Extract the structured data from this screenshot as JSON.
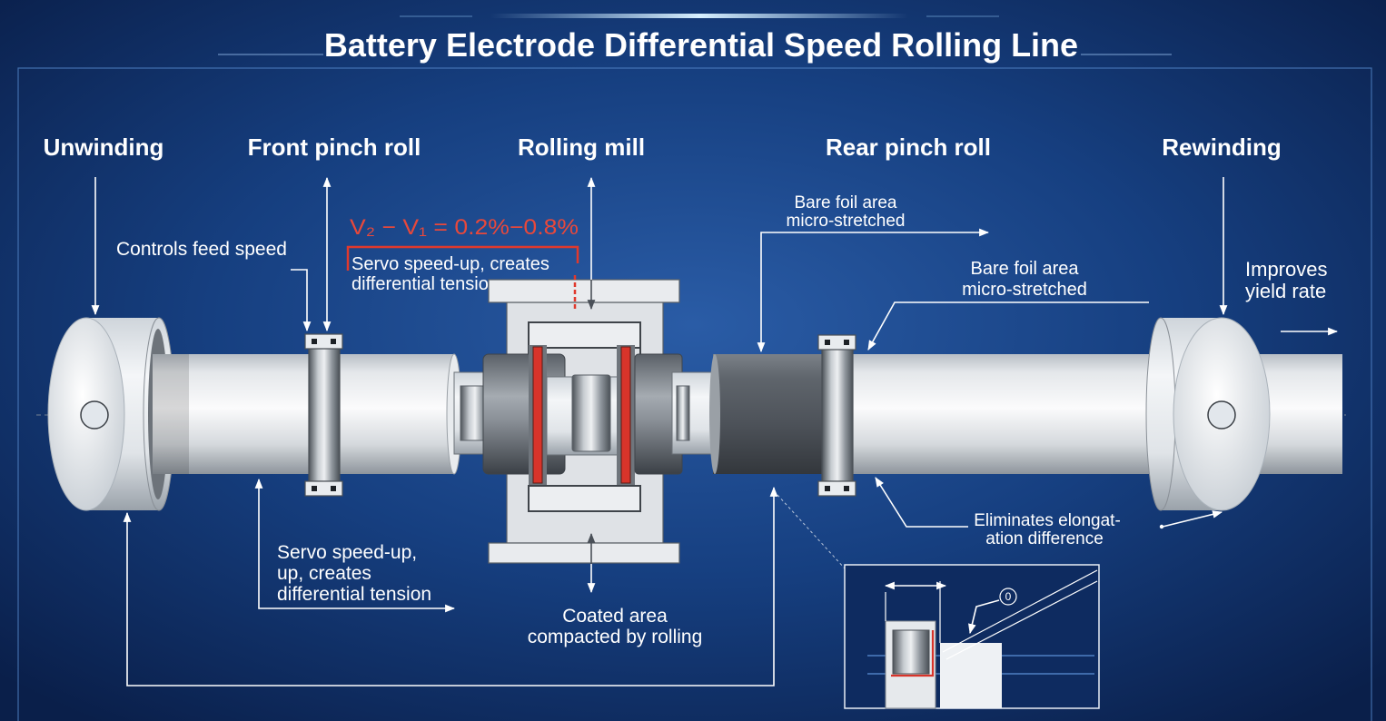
{
  "title": "Battery Electrode Differential Speed Rolling Line",
  "stages": [
    {
      "label": "Unwinding"
    },
    {
      "label": "Front pinch roll"
    },
    {
      "label": "Rolling mill"
    },
    {
      "label": "Rear pinch roll"
    },
    {
      "label": "Rewinding"
    }
  ],
  "annotations": {
    "feed_speed": "Controls feed speed",
    "speed_difference": "V₂ − V₁ = 0.2%−0.8%",
    "servo_upper": [
      "Servo speed-up, creates",
      "differential tension"
    ],
    "bare_foil_upper": [
      "Bare foil area",
      "micro-stretched"
    ],
    "bare_foil_lower": [
      "Bare foil area",
      "micro-stretched"
    ],
    "yield": [
      "Improves",
      "yield rate"
    ],
    "servo_lower": [
      "Servo speed-up,",
      "up, creates",
      "differential tension"
    ],
    "coated_area": [
      "Coated area",
      "compacted by rolling"
    ],
    "elongation": [
      "Eliminates elongat-",
      "ation difference"
    ]
  },
  "inset": {
    "marker_label": "0"
  },
  "colors": {
    "background": "#12336e",
    "highlight_red": "#e0392d",
    "foil": "#e4e7ea",
    "text": "#ffffff"
  }
}
